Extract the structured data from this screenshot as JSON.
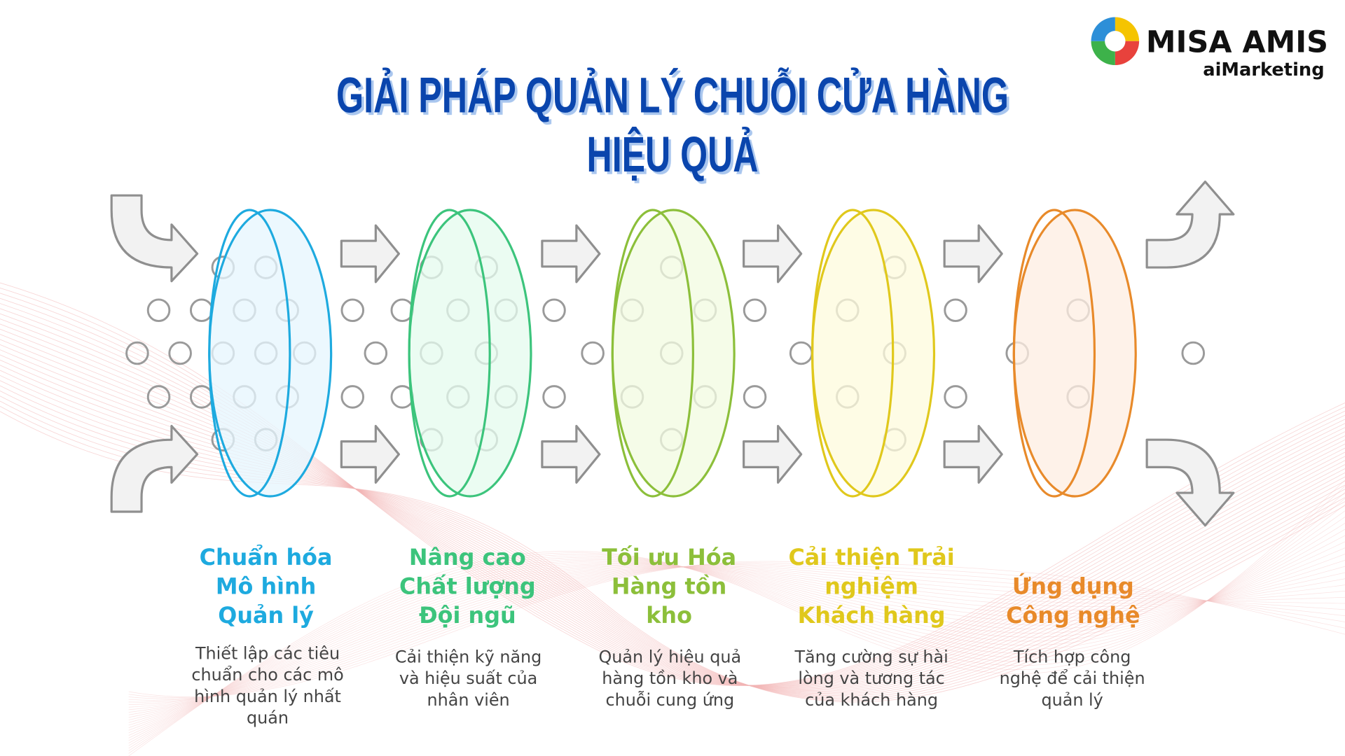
{
  "title": {
    "line1": "GIẢI PHÁP QUẢN LÝ CHUỖI CỬA HÀNG",
    "line2": "HIỆU QUẢ",
    "color": "#0a45ad"
  },
  "logo": {
    "brand": "MISA AMIS",
    "product": "aiMarketing"
  },
  "stages": [
    {
      "heading": [
        "Chuẩn hóa",
        "Mô hình",
        "Quản lý"
      ],
      "description": [
        "Thiết lập các tiêu",
        "chuẩn cho các mô",
        "hình quản lý nhất",
        "quán"
      ],
      "color": "#1eaadf",
      "tint": "#e6f6fd"
    },
    {
      "heading": [
        "Nâng cao",
        "Chất lượng",
        "Đội ngũ"
      ],
      "description": [
        "Cải thiện kỹ năng",
        "và hiệu suất của",
        "nhân viên"
      ],
      "color": "#3cc47c",
      "tint": "#e4fbee"
    },
    {
      "heading": [
        "Tối ưu Hóa",
        "Hàng tồn",
        "kho"
      ],
      "description": [
        "Quản lý hiệu quả",
        "hàng tồn kho và",
        "chuỗi cung ứng"
      ],
      "color": "#8cbf3a",
      "tint": "#f1fbe0"
    },
    {
      "heading": [
        "Cải thiện Trải",
        "nghiệm",
        "Khách hàng"
      ],
      "description": [
        "Tăng cường sự hài",
        "lòng và tương tác",
        "của khách hàng"
      ],
      "color": "#e0c81c",
      "tint": "#fdfbdc"
    },
    {
      "heading": [
        "Ứng dụng",
        "Công nghệ"
      ],
      "description": [
        "Tích hợp công",
        "nghệ để cải thiện",
        "quản lý"
      ],
      "color": "#e88a2a",
      "tint": "#fdeee2"
    }
  ]
}
